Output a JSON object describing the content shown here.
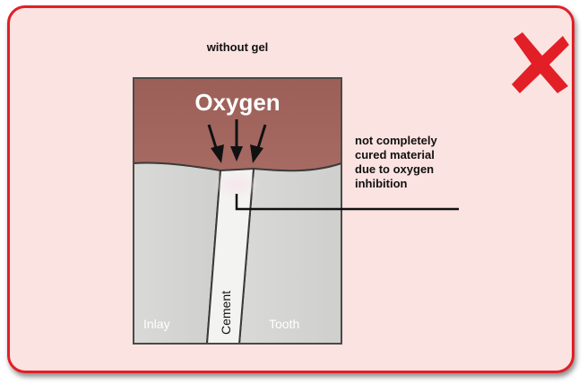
{
  "panel": {
    "heading": "without gel",
    "status_icon": "cross-mark-icon",
    "colors": {
      "background": "#fbe3e1",
      "border": "#e21f26",
      "cross": "#e21f26"
    }
  },
  "illustration": {
    "gas_label": "Oxygen",
    "left_label": "Inlay",
    "center_label": "Cement",
    "right_label": "Tooth",
    "colors": {
      "gas": "#a86c64",
      "material": "#d6d6d4",
      "cement": "#f4f4f2",
      "frame": "#4a4a4a"
    }
  },
  "annotation": {
    "lines": [
      "not completely",
      "cured material",
      "due to oxygen",
      "inhibition"
    ]
  }
}
